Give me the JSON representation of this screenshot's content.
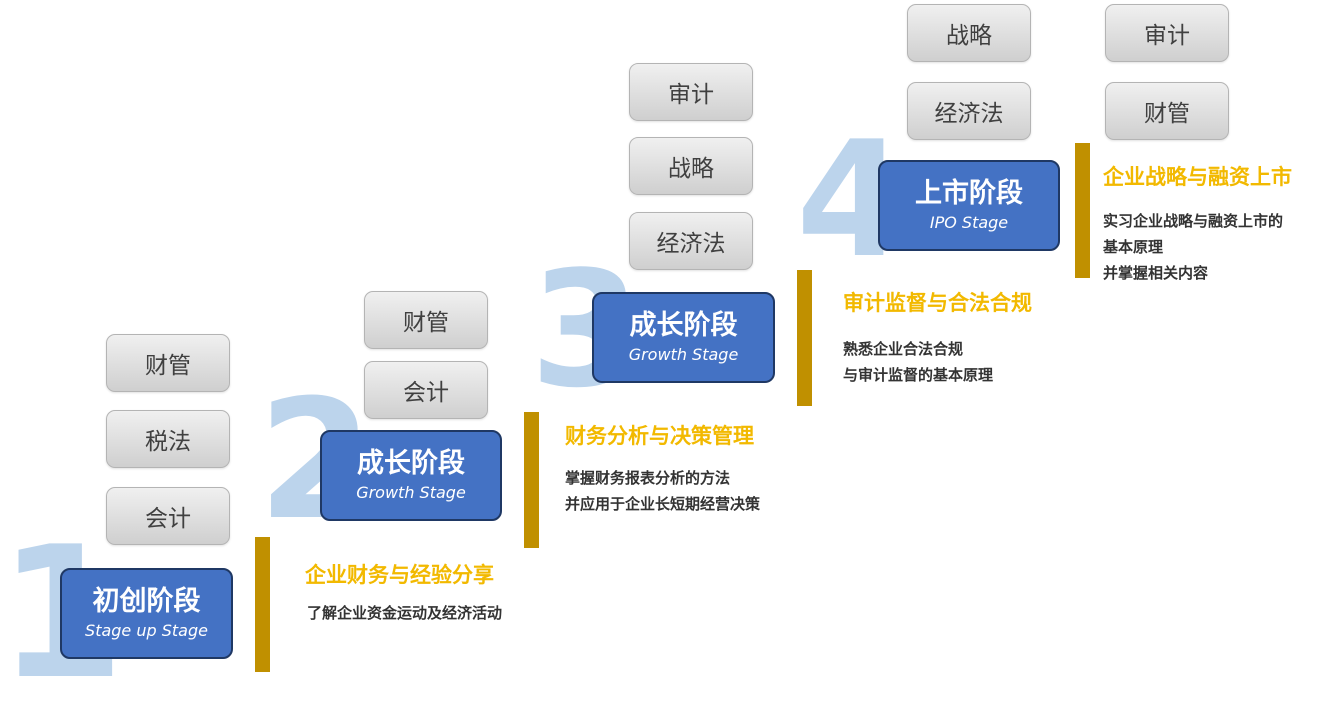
{
  "stage1": {
    "number": "1",
    "title": "初创阶段",
    "subtitle": "Stage up Stage",
    "tags": [
      "财管",
      "税法",
      "会计"
    ],
    "heading": "企业财务与经验分享",
    "desc": [
      "了解企业资金运动及经济活动"
    ]
  },
  "stage2": {
    "number": "2",
    "title": "成长阶段",
    "subtitle": "Growth Stage",
    "tags": [
      "财管",
      "会计"
    ],
    "heading": "财务分析与决策管理",
    "desc": [
      "掌握财务报表分析的方法",
      "并应用于企业长短期经营决策"
    ]
  },
  "stage3": {
    "number": "3",
    "title": "成长阶段",
    "subtitle": "Growth Stage",
    "tags": [
      "审计",
      "战略",
      "经济法"
    ],
    "heading": "审计监督与合法合规",
    "desc": [
      "熟悉企业合法合规",
      "与审计监督的基本原理"
    ]
  },
  "stage4": {
    "number": "4",
    "title": "上市阶段",
    "subtitle": "IPO Stage",
    "tags_left": [
      "战略",
      "经济法"
    ],
    "tags_right": [
      "审计",
      "财管"
    ],
    "heading": "企业战略与融资上市",
    "desc": [
      "实习企业战略与融资上市的",
      "基本原理",
      "并掌握相关内容"
    ]
  }
}
